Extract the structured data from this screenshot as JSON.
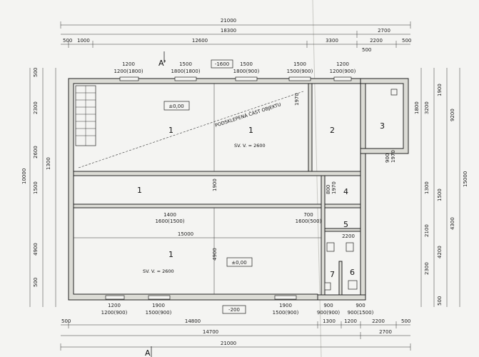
{
  "top_dims": {
    "total": "21000",
    "row2_left": "18300",
    "row2_right": "2700",
    "row3_a": "500",
    "row3_b": "1000",
    "row3_c": "12600",
    "row3_d": "3300",
    "row3_e": "2200",
    "row3_f": "500",
    "row3_g": "500"
  },
  "top_windows": [
    {
      "w": "1200",
      "s": "1200(1800)"
    },
    {
      "w": "1500",
      "s": "1800(1800)"
    },
    {
      "w": "1500",
      "s": "1800(900)"
    },
    {
      "w": "1500",
      "s": "1500(900)"
    },
    {
      "w": "1200",
      "s": "1200(900)"
    }
  ],
  "bottom_dims": {
    "row1_a": "500",
    "row1_b": "14800",
    "row1_c": "1300",
    "row1_d": "1200",
    "row1_e": "2200",
    "row1_f": "500",
    "row2_a": "14700",
    "row2_b": "2700",
    "row3": "21000"
  },
  "bottom_windows": [
    {
      "w": "1200",
      "s": "1200(900)"
    },
    {
      "w": "1900",
      "s": "1500(900)"
    },
    {
      "w": "1900",
      "s": "1500(900)"
    },
    {
      "w": "900",
      "s": "900(900)"
    },
    {
      "w": "900",
      "s": "900(1500)"
    }
  ],
  "left_dims": [
    "500",
    "2300",
    "2600",
    "1500",
    "4900",
    "500",
    "10000",
    "1300"
  ],
  "right_dims": [
    "1800",
    "3200",
    "1900",
    "9200",
    "1500",
    "1300",
    "2100",
    "4200",
    "2300",
    "4300",
    "15000",
    "500"
  ],
  "rooms": {
    "r1_top_left": "1",
    "r1_top_mid": "1",
    "r2": "2",
    "r3": "3",
    "r1_corridor": "1",
    "r4": "4",
    "r5": "5",
    "r1_bottom": "1",
    "r7": "7",
    "r6": "6"
  },
  "levels": {
    "top": "±0,00",
    "bottom": "±0,00",
    "north_marker": "-1600",
    "south_marker": "-200"
  },
  "notes": {
    "basement": "PODSKLEPENÁ ČÁST OBJEKTU",
    "sv_top": "SV. V. = 2600",
    "sv_bottom": "SV. V. = 2600",
    "corridor_dim": "15000",
    "corr_1400": "1400",
    "corr_1600": "1600(1500)",
    "corr_700": "700",
    "corr_1600b": "1600(500)",
    "corr_2200": "2200",
    "corr_1900": "1900",
    "corr_4900": "4900",
    "door_b": "1970",
    "door_r3": "900",
    "door_r3b": "1970",
    "door_r4a": "800",
    "door_r4b": "1970",
    "section_top": "A'",
    "section_bottom": "A"
  }
}
